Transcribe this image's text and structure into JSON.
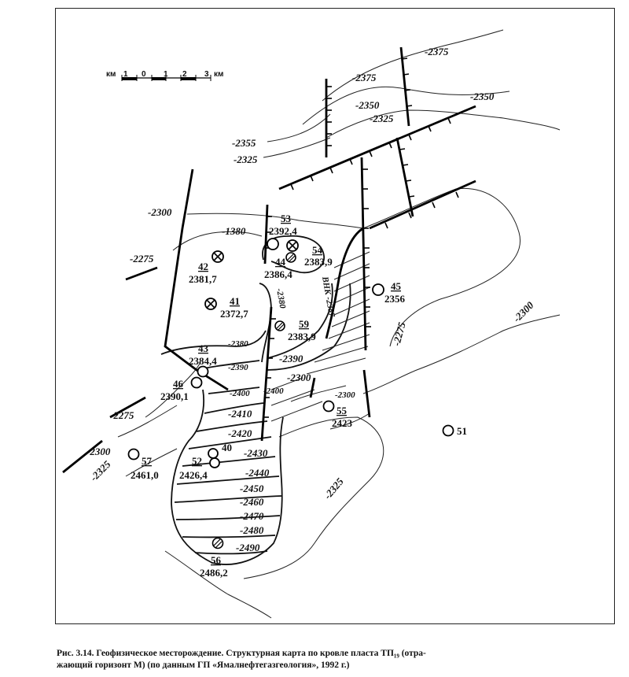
{
  "scale": {
    "unit_left": "км",
    "ticks": [
      "1",
      "0",
      "1",
      "2",
      "3"
    ],
    "unit_right": "км"
  },
  "contour_labels": [
    "-2375",
    "-2375",
    "-2350",
    "-2350",
    "-2325",
    "-2355",
    "-2325",
    "-2300",
    "-1380",
    "-2275",
    "-2380",
    "-2380",
    "-2390",
    "-2390",
    "-2300",
    "-2400",
    "-2400",
    "-2410",
    "-2420",
    "-2430",
    "-2440",
    "-2450",
    "-2460",
    "-2470",
    "-2480",
    "-2490",
    "-2275",
    "-2300",
    "-2325",
    "-2300",
    "-2275",
    "-2300",
    "-2325"
  ],
  "owc_label": "ВНК -2387",
  "wells": [
    {
      "num": "53",
      "value": "2392,4"
    },
    {
      "num": "54",
      "value": "2383,9"
    },
    {
      "num": "44",
      "value": "2386,4"
    },
    {
      "num": "42",
      "value": "2381,7"
    },
    {
      "num": "41",
      "value": "2372,7"
    },
    {
      "num": "59",
      "value": "2383,9"
    },
    {
      "num": "45",
      "value": "2356"
    },
    {
      "num": "43",
      "value": "2384,4"
    },
    {
      "num": "46",
      "value": "2390,1"
    },
    {
      "num": "55",
      "value": "2423"
    },
    {
      "num": "51",
      "value": ""
    },
    {
      "num": "40",
      "value": ""
    },
    {
      "num": "52",
      "value": "2426,4"
    },
    {
      "num": "57",
      "value": "2461,0"
    },
    {
      "num": "56",
      "value": "2486,2"
    }
  ],
  "caption": {
    "line1": "Рис. 3.14. Геофизическое месторождение. Структурная карта по кровле пласта ТП₁₉ (отра-",
    "line2": "жающий горизонт М) (по данным ГП «Ямалнефтегазгеология», 1992 г.)"
  }
}
